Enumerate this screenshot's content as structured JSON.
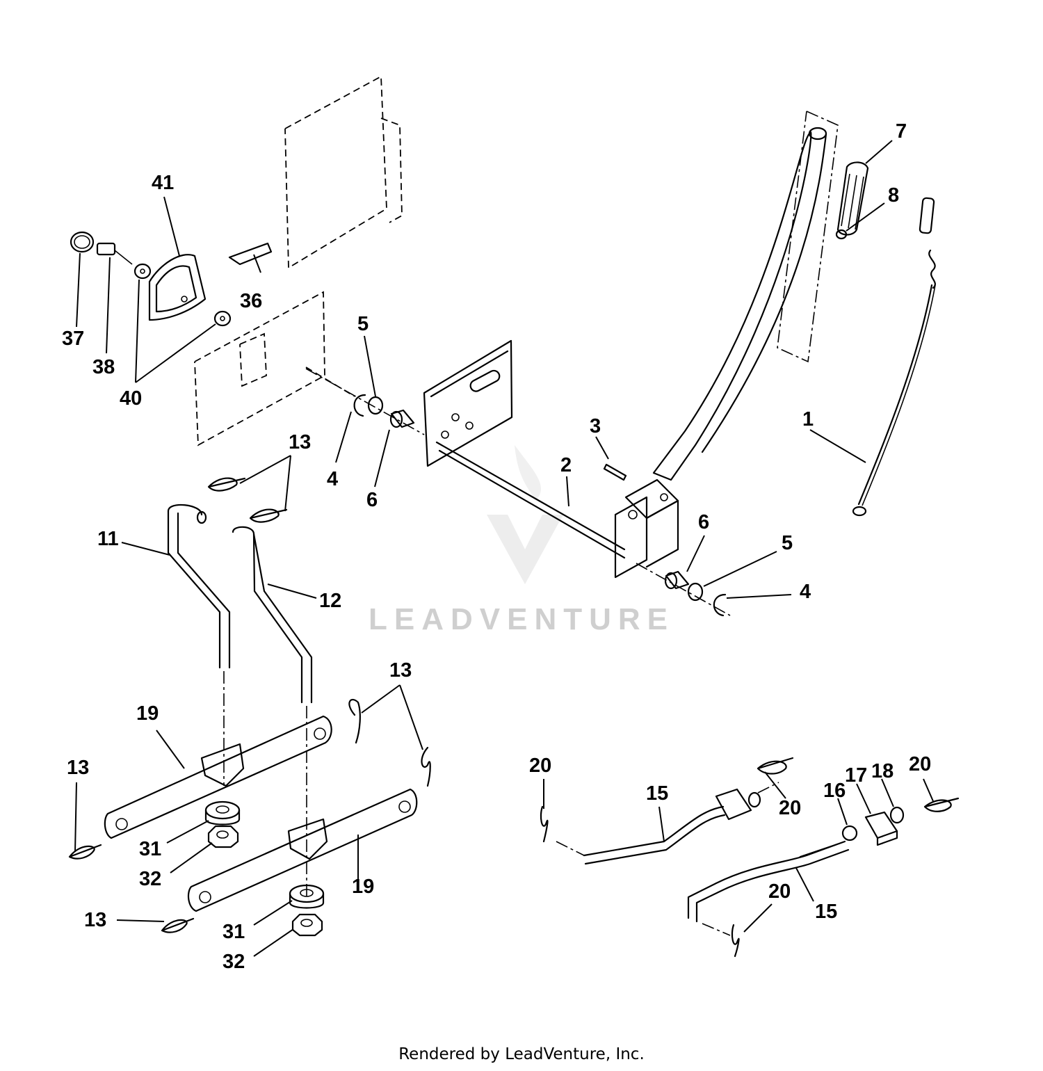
{
  "watermark": "LEADVENTURE",
  "footer": "Rendered by LeadVenture, Inc.",
  "callouts": {
    "c1": "1",
    "c2": "2",
    "c3": "3",
    "c4a": "4",
    "c4b": "4",
    "c5a": "5",
    "c5b": "5",
    "c6a": "6",
    "c6b": "6",
    "c7": "7",
    "c8": "8",
    "c11": "11",
    "c12": "12",
    "c13a": "13",
    "c13b": "13",
    "c13c": "13",
    "c13d": "13",
    "c15a": "15",
    "c15b": "15",
    "c16": "16",
    "c17": "17",
    "c18": "18",
    "c19a": "19",
    "c19b": "19",
    "c20a": "20",
    "c20b": "20",
    "c20c": "20",
    "c20d": "20",
    "c31a": "31",
    "c31b": "31",
    "c32a": "32",
    "c32b": "32",
    "c36": "36",
    "c37": "37",
    "c38": "38",
    "c40": "40",
    "c41": "41"
  }
}
